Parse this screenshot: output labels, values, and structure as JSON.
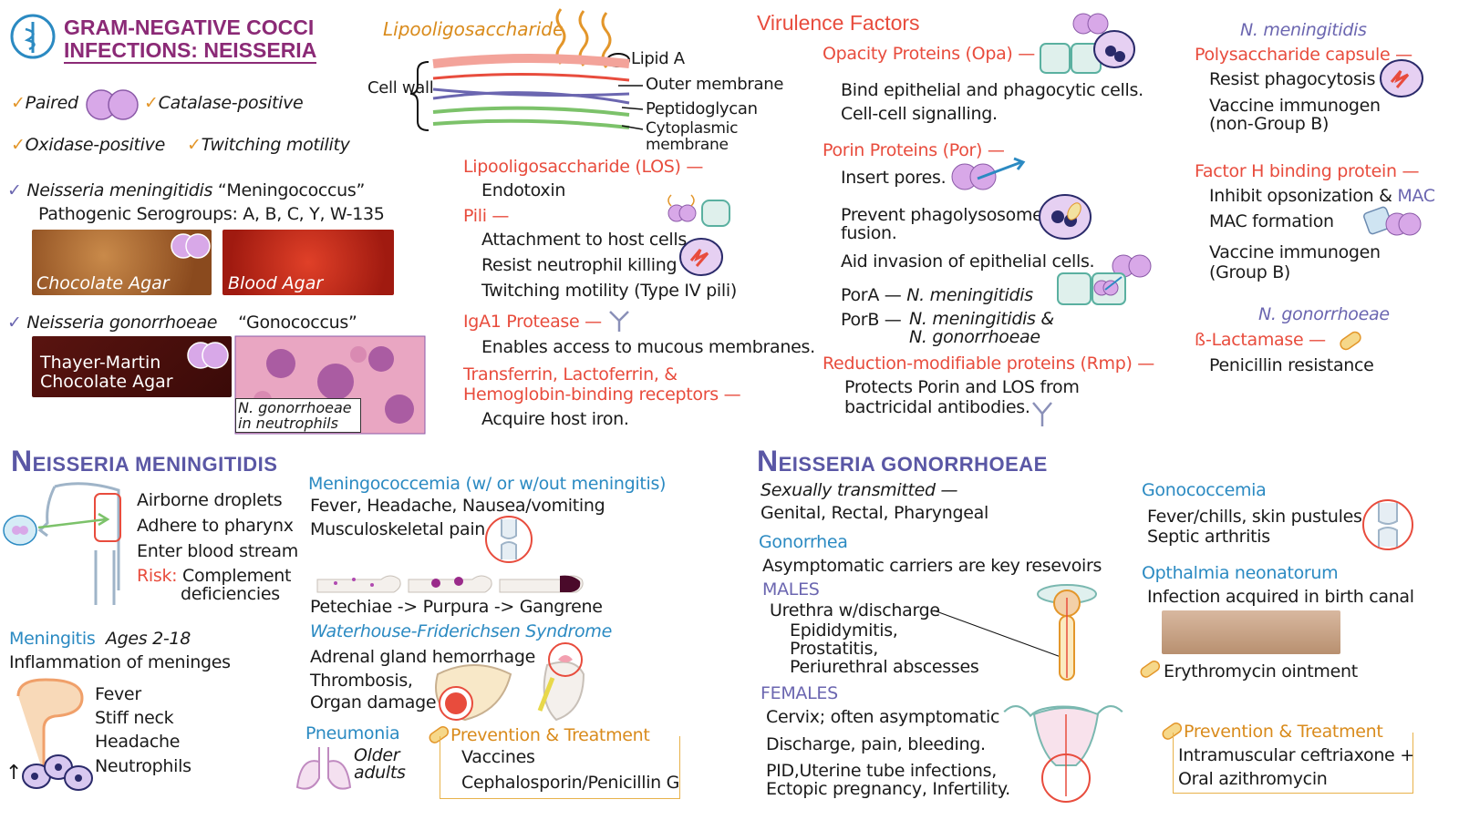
{
  "header": {
    "title_line1": "GRAM-NEGATIVE COCCI",
    "title_line2": "INFECTIONS: NEISSERIA"
  },
  "features": {
    "paired": "Paired",
    "catalase": "Catalase-positive",
    "oxidase": "Oxidase-positive",
    "twitching": "Twitching motility"
  },
  "meningococcus": {
    "name": "Neisseria meningitidis",
    "nickname": "“Meningococcus”",
    "serogroups": "Pathogenic Serogroups: A, B, C, Y, W-135",
    "agar1": "Chocolate Agar",
    "agar2": "Blood Agar"
  },
  "gonococcus": {
    "name": "Neisseria gonorrhoeae",
    "nickname": "“Gonococcus”",
    "agar_line1": "Thayer-Martin",
    "agar_line2": "Chocolate Agar",
    "micro_line1": "N. gonorrhoeae",
    "micro_line2": "in neutrophils"
  },
  "cellwall": {
    "los_title": "Lipooligosaccharide",
    "cell_wall": "Cell wall",
    "lipid_a": "Lipid A",
    "outer_membrane": "Outer membrane",
    "peptidoglycan": "Peptidoglycan",
    "cytoplasmic1": "Cytoplasmic",
    "cytoplasmic2": "membrane"
  },
  "middle": {
    "los_head": "Lipooligosaccharide (LOS) —",
    "endotoxin": "Endotoxin",
    "pili_head": "Pili —",
    "pili1": "Attachment to host cells",
    "pili2": "Resist neutrophil killing",
    "pili3": "Twitching motility (Type IV pili)",
    "iga_head": "IgA1 Protease —",
    "iga1": "Enables access to mucous membranes.",
    "tf_head1": "Transferrin, Lactoferrin, &",
    "tf_head2": "Hemoglobin-binding receptors —",
    "tf1": "Acquire host iron."
  },
  "virulence": {
    "title": "Virulence Factors",
    "opa_head": "Opacity Proteins (Opa) —",
    "opa1": "Bind epithelial and phagocytic cells.",
    "opa2": "Cell-cell signalling.",
    "por_head": "Porin Proteins (Por) —",
    "por1": "Insert pores.",
    "por2a": "Prevent phagolysosome",
    "por2b": "fusion.",
    "por3": "Aid invasion of epithelial cells.",
    "pora_label": "PorA —",
    "pora_val": "N. meningitidis",
    "porb_label": "PorB —",
    "porb_val1": "N. meningitidis &",
    "porb_val2": "N. gonorrhoeae",
    "rmp_head": "Reduction-modifiable proteins (Rmp) —",
    "rmp1": "Protects Porin and LOS from",
    "rmp2": "bactricidal antibodies."
  },
  "right_col": {
    "nm_label": "N. meningitidis",
    "caps_head": "Polysaccharide capsule —",
    "caps1": "Resist phagocytosis",
    "caps2a": "Vaccine immunogen",
    "caps2b": "(non-Group B)",
    "fh_head": "Factor H binding protein —",
    "fh1": "Inhibit opsonization &",
    "mac": "MAC",
    "fh1b": "MAC formation",
    "fh2a": "Vaccine immunogen",
    "fh2b": "(Group B)",
    "ng_label": "N. gonorrhoeae",
    "blac_head": "ß-Lactamase —",
    "blac1": "Penicillin resistance"
  },
  "nm_section": {
    "title_big": "N",
    "title_rest": "EISSERIA MENINGITIDIS",
    "t1": "Airborne droplets",
    "t2": "Adhere to pharynx",
    "t3": "Enter blood stream",
    "risk": "Risk:",
    "risk1": "Complement",
    "risk2": "deficiencies",
    "men_head": "Meningitis",
    "men_ages": "Ages 2-18",
    "men_def": "Inflammation of meninges",
    "men1": "Fever",
    "men2": "Stiff neck",
    "men3": "Headache",
    "men4": "Neutrophils",
    "up_arrow": "↑",
    "mc_head": "Meningococcemia (w/ or w/out meningitis)",
    "mc1": "Fever, Headache, Nausea/vomiting",
    "mc2": "Musculoskeletal pain",
    "mc3": "Petechiae -> Purpura -> Gangrene",
    "wf_head": "Waterhouse-Friderichsen Syndrome",
    "wf1": "Adrenal gland hemorrhage",
    "wf2": "Thrombosis,",
    "wf3": "Organ damage",
    "pn_head": "Pneumonia",
    "pn1": "Older",
    "pn2": "adults",
    "pt_head": "Prevention & Treatment",
    "pt1": "Vaccines",
    "pt2": "Cephalosporin/Penicillin G"
  },
  "ng_section": {
    "title_big": "N",
    "title_rest": "EISSERIA GONORRHOEAE",
    "st1": "Sexually transmitted —",
    "st2": "Genital, Rectal, Pharyngeal",
    "gon_head": "Gonorrhea",
    "gon1": "Asymptomatic carriers are key resevoirs",
    "males": "MALES",
    "m1": "Urethra w/discharge",
    "m2": "Epididymitis,",
    "m3": "Prostatitis,",
    "m4": "Periurethral abscesses",
    "females": "FEMALES",
    "f1": "Cervix; often asymptomatic",
    "f2": "Discharge, pain, bleeding.",
    "f3": "PID,Uterine tube infections,",
    "f4": "Ectopic pregnancy, Infertility.",
    "gcem_head": "Gonococcemia",
    "gcem1": "Fever/chills, skin pustules",
    "gcem2": "Septic arthritis",
    "oph_head": "Opthalmia neonatorum",
    "oph1": "Infection acquired in birth canal",
    "oph2": "Erythromycin ointment",
    "pt_head": "Prevention & Treatment",
    "pt1": "Intramuscular ceftriaxone +",
    "pt2": "Oral azithromycin"
  },
  "colors": {
    "title": "#8b2a76",
    "section": "#5a57a5",
    "red_heading": "#e84c3d",
    "blue_heading": "#2b8ac2",
    "check": "#e3962a",
    "diplococcus": "#d8a8e8"
  }
}
